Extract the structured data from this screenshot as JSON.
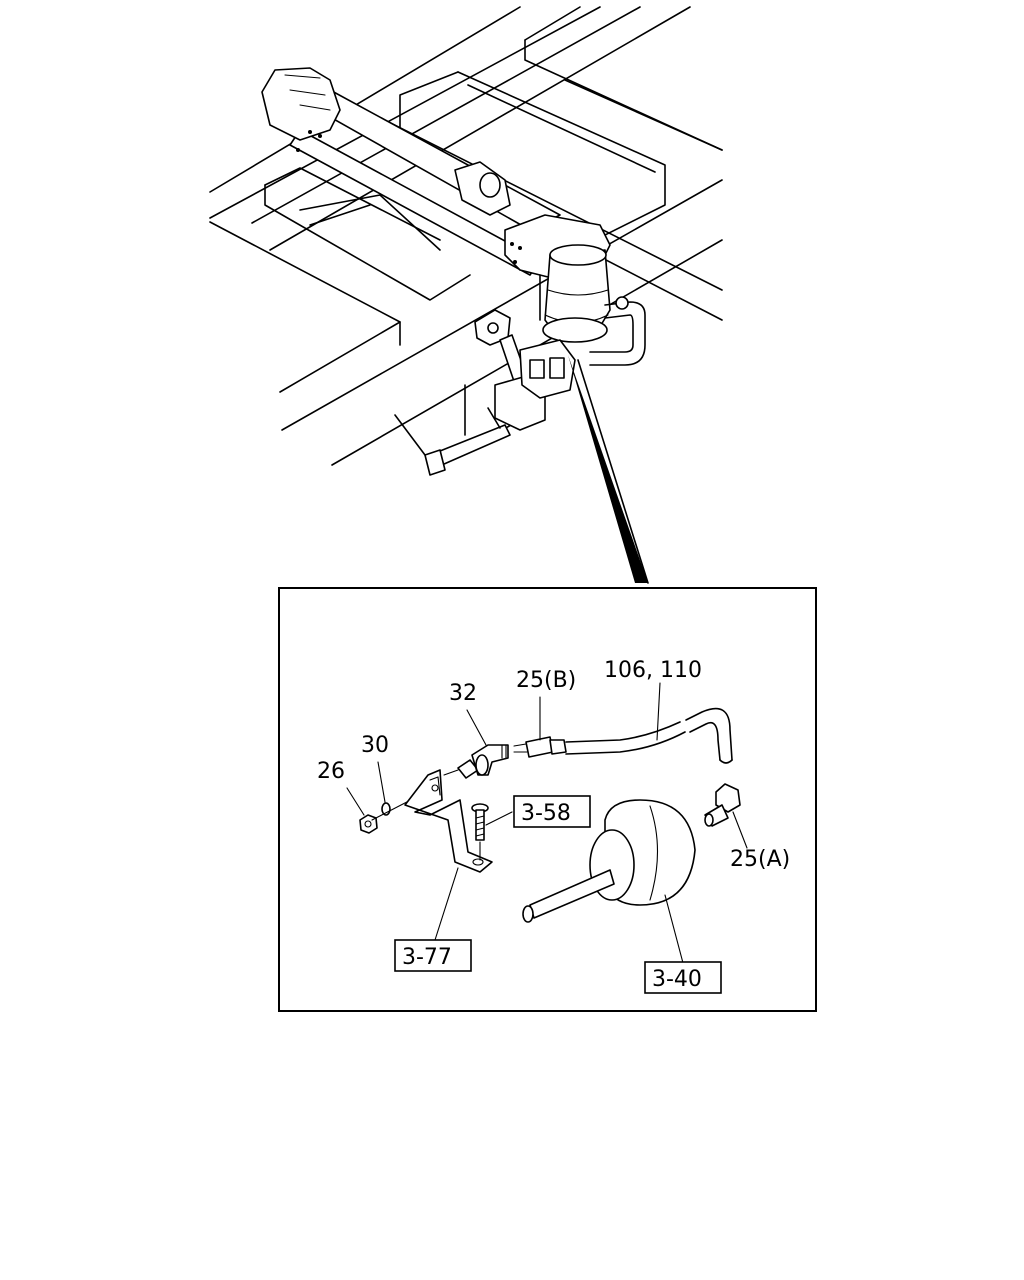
{
  "diagram": {
    "callouts": {
      "c26": "26",
      "c30": "30",
      "c32": "32",
      "c25b": "25(B)",
      "c106_110": "106, 110",
      "c25a": "25(A)"
    },
    "references": {
      "r3_58": "3-58",
      "r3_77": "3-77",
      "r3_40": "3-40"
    }
  }
}
